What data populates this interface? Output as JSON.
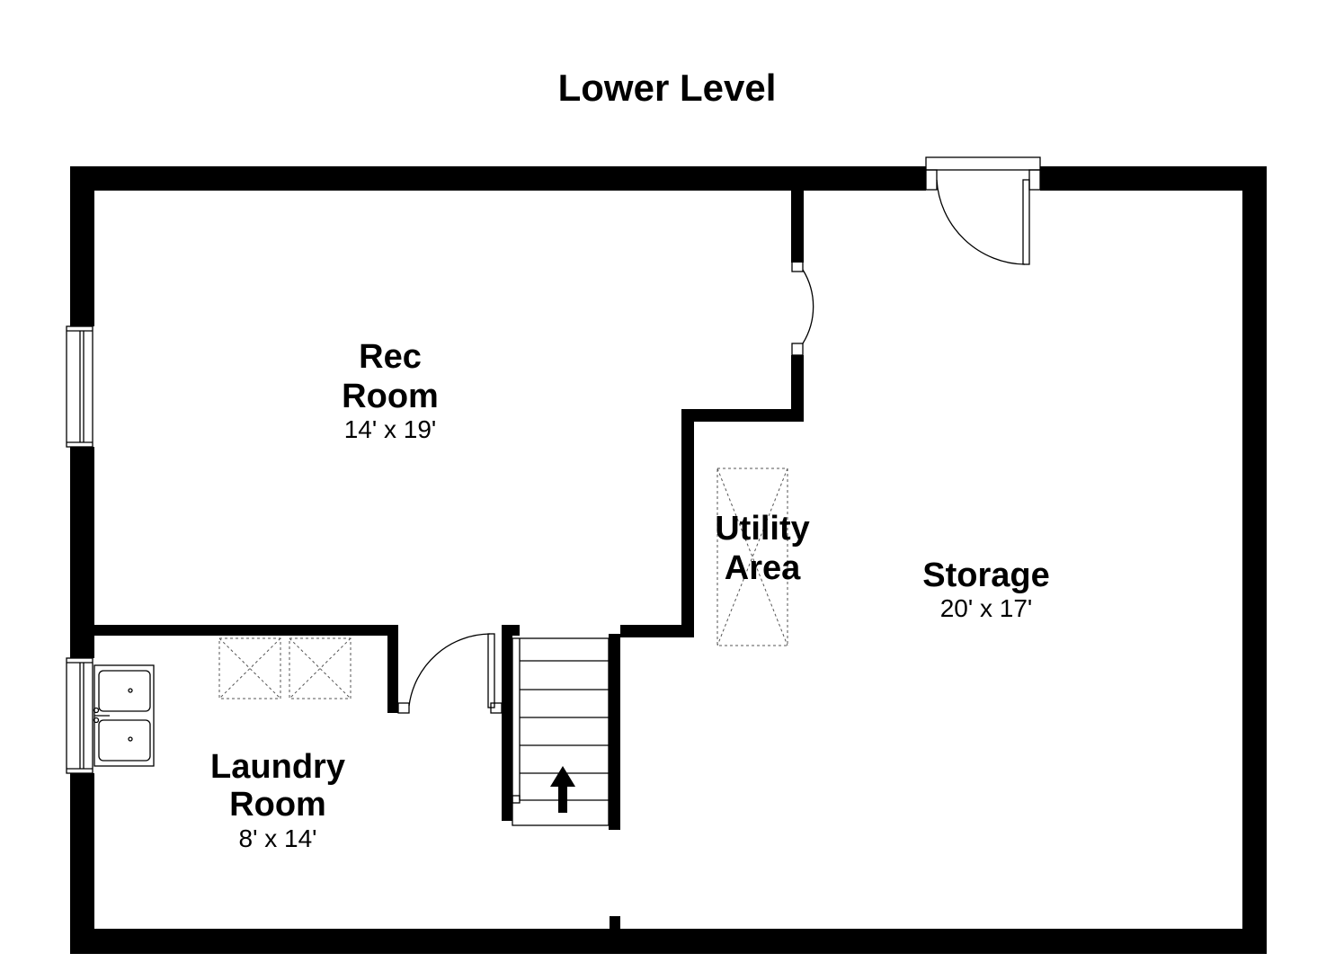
{
  "title": "Lower Level",
  "rooms": {
    "rec": {
      "name_line1": "Rec",
      "name_line2": "Room",
      "dimensions": "14' x 19'"
    },
    "utility": {
      "name_line1": "Utility",
      "name_line2": "Area"
    },
    "storage": {
      "name_line1": "Storage",
      "dimensions": "20' x 17'"
    },
    "laundry": {
      "name_line1": "Laundry",
      "name_line2": "Room",
      "dimensions": "8' x 14'"
    }
  },
  "colors": {
    "wall": "#000000",
    "background": "#ffffff",
    "fixture_line": "#555555"
  },
  "icons": {
    "stair_direction": "up-arrow-icon"
  }
}
